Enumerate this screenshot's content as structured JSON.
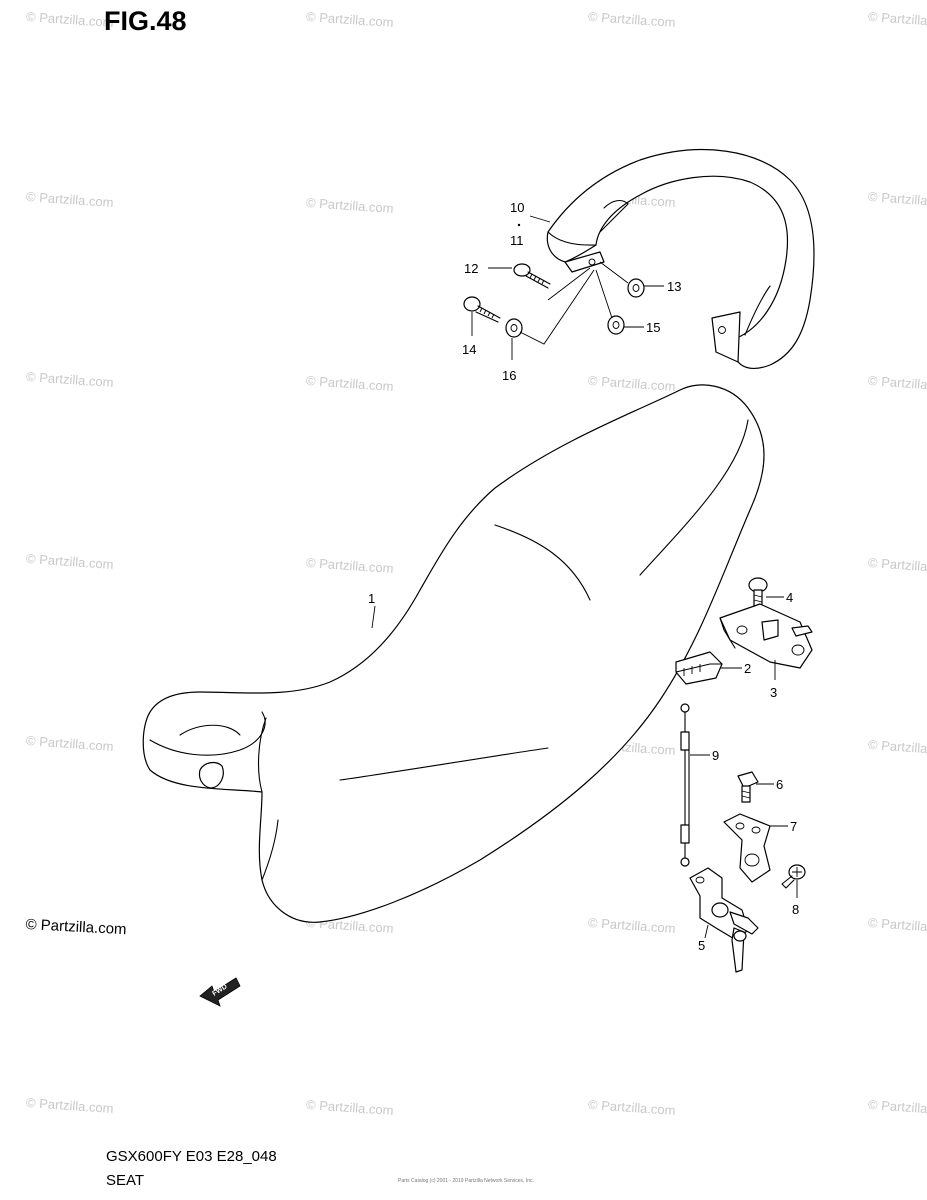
{
  "figure_title": "FIG.48",
  "model_code": "GSX600FY E03 E28_048",
  "section_name": "SEAT",
  "copyright": "© Partzilla.com",
  "watermark_text": "© Partzilla.com",
  "fwd_label": "FWD",
  "callouts": [
    "1",
    "2",
    "3",
    "4",
    "5",
    "6",
    "7",
    "8",
    "9",
    "10",
    "11",
    "12",
    "13",
    "14",
    "15",
    "16"
  ],
  "credit_line": "Parts Catalog (c) 2001 - 2019 Partzilla Network Services, Inc.",
  "colors": {
    "ink": "#000000",
    "watermark": "#c9c9c9",
    "background": "#ffffff"
  }
}
